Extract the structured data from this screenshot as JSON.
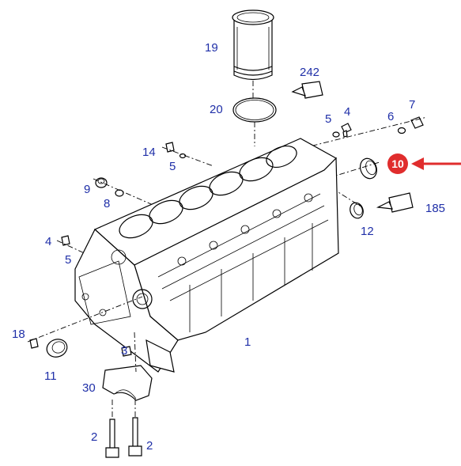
{
  "labels": {
    "l19": "19",
    "l242": "242",
    "l20": "20",
    "l5a": "5",
    "l4a": "4",
    "l6": "6",
    "l7": "7",
    "l14": "14",
    "l5b": "5",
    "l10": "10",
    "l9": "9",
    "l8": "8",
    "l185": "185",
    "l12": "12",
    "l4b": "4",
    "l5c": "5",
    "l18": "18",
    "l11": "11",
    "l1": "1",
    "l3": "3",
    "l30": "30",
    "l2a": "2",
    "l2b": "2"
  },
  "colors": {
    "callout_text": "#1f2fa8",
    "highlight_badge": "#e02d2d",
    "highlight_arrow": "#e02d2d",
    "line_art": "#000000"
  },
  "highlight": {
    "part_number": "10",
    "indicator": "red-arrow-left"
  }
}
